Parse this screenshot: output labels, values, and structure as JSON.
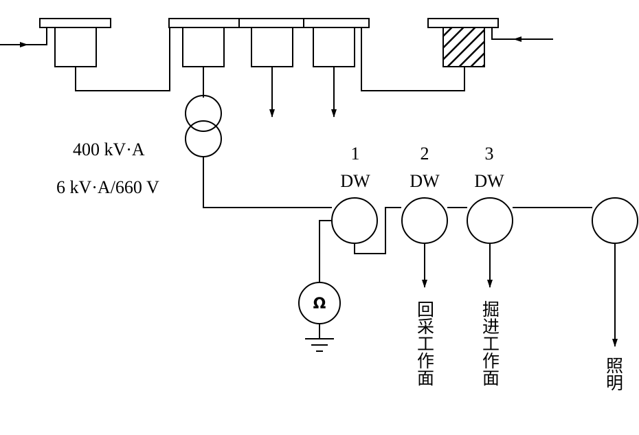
{
  "transformer": {
    "capacity": "400 kV·A",
    "voltage": "6 kV·A/660 V"
  },
  "breakers": [
    {
      "number": "1",
      "type": "DW"
    },
    {
      "number": "2",
      "type": "DW"
    },
    {
      "number": "3",
      "type": "DW"
    }
  ],
  "earth_meter": {
    "symbol": "Ω"
  },
  "loads": {
    "mining_face": "回采工作面",
    "heading_face": "掘进工作面",
    "lighting": "照明"
  }
}
